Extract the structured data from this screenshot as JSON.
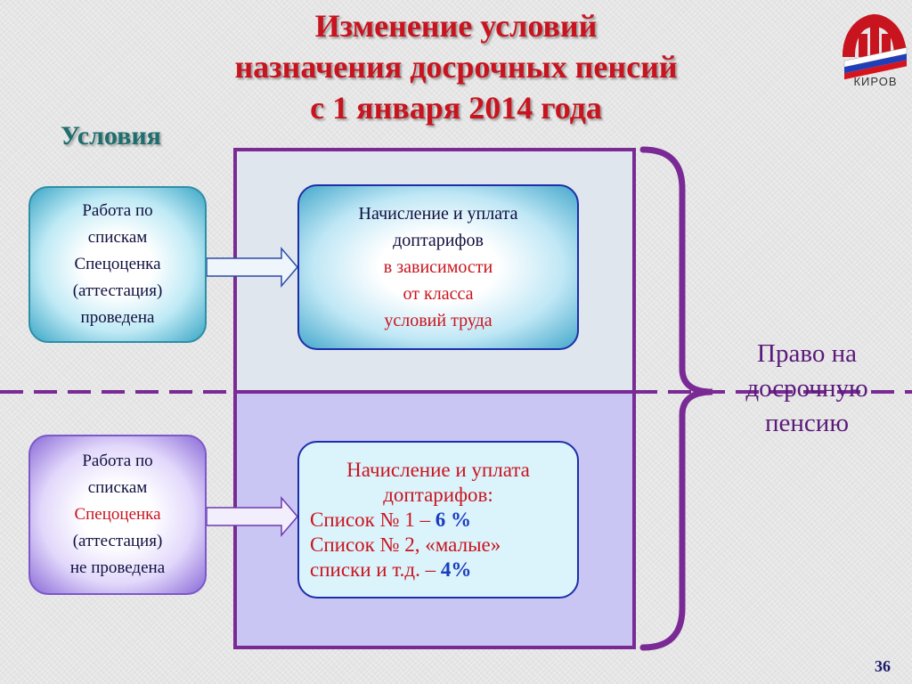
{
  "slide": {
    "title_lines": [
      "Изменение условий",
      "назначения досрочных пенсий",
      "с 1 января 2014 года"
    ],
    "subtitle": "Условия",
    "logo_caption": "КИРОВ",
    "page_number": "36"
  },
  "conditions": {
    "top_left": [
      "Работа по",
      "спискам",
      "Спецоценка",
      "(аттестация)",
      "проведена"
    ],
    "bottom_left": [
      "Работа по",
      "спискам",
      "Спецоценка",
      "(аттестация)",
      "не проведена"
    ]
  },
  "outcomes": {
    "top": [
      "Начисление и уплата",
      "доптарифов",
      "в зависимости",
      "от класса",
      "условий труда"
    ],
    "bottom": {
      "heading_1": "Начисление и уплата",
      "heading_2": "доптарифов:",
      "list1_label": "Список № 1 –",
      "list1_rate": "6 %",
      "list2_label": "Список № 2, «малые»",
      "list3_label": "списки и т.д.",
      "list3_dash": "–",
      "list3_rate": "4%"
    }
  },
  "result": [
    "Право на",
    "досрочную",
    "пенсию"
  ],
  "colors": {
    "title": "#c8141e",
    "subtitle": "#1f6e6e",
    "frame": "#7a2a94",
    "rate": "#1a3dbd"
  }
}
